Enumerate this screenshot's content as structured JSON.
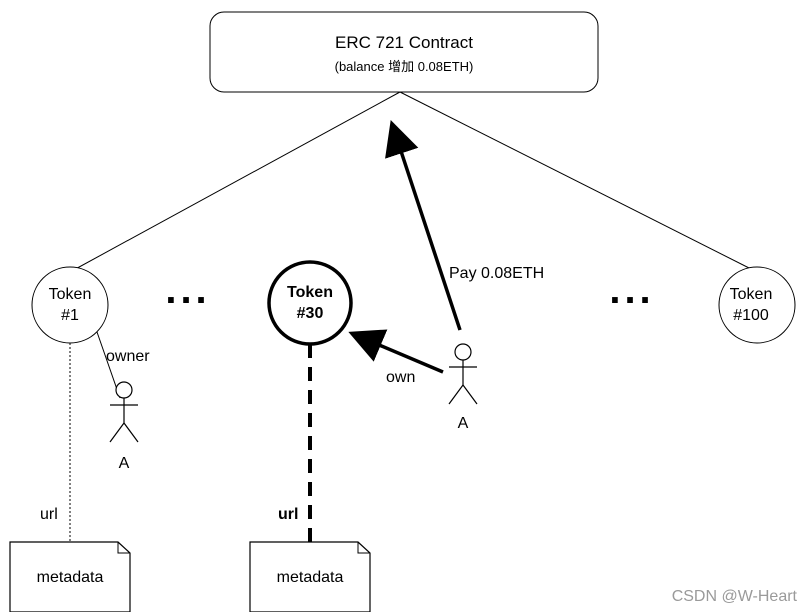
{
  "contract": {
    "title": "ERC 721 Contract",
    "subtitle": "(balance 增加 0.08ETH)"
  },
  "tokens": {
    "first": {
      "line1": "Token",
      "line2": "#1"
    },
    "middle": {
      "line1": "Token",
      "line2": "#30"
    },
    "last": {
      "line1": "Token",
      "line2": "#100"
    },
    "ellipsis": "..."
  },
  "actors": {
    "owner_actor": {
      "name": "A"
    },
    "buyer_actor": {
      "name": "A"
    }
  },
  "edges": {
    "owner": "owner",
    "own": "own",
    "pay": "Pay 0.08ETH",
    "url_first": "url",
    "url_middle": "url"
  },
  "documents": {
    "first": {
      "label": "metadata"
    },
    "middle": {
      "label": "metadata"
    }
  },
  "watermark": "CSDN @W-Heart"
}
